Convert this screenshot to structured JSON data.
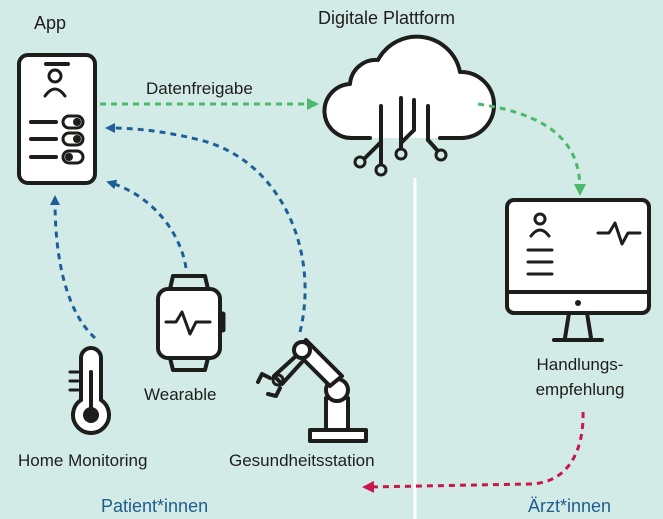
{
  "labels": {
    "app": "App",
    "platform": "Digitale Plattform",
    "data_sharing": "Datenfreigabe",
    "wearable": "Wearable",
    "home_monitoring": "Home Monitoring",
    "health_station": "Gesundheitsstation",
    "recommendation_line1": "Handlungs-",
    "recommendation_line2": "empfehlung",
    "patients": "Patient*innen",
    "doctors": "Ärzt*innen"
  },
  "colors": {
    "background": "#d3ebe6",
    "stroke": "#1d1d1b",
    "arrow_blue": "#1f5f99",
    "arrow_green": "#4cb86a",
    "arrow_red": "#c8174a",
    "group_label": "#1e5d8c",
    "divider": "#ffffff"
  },
  "icons": [
    "smartphone-icon",
    "cloud-circuit-icon",
    "monitor-icon",
    "thermometer-icon",
    "smartwatch-icon",
    "robot-arm-icon"
  ]
}
